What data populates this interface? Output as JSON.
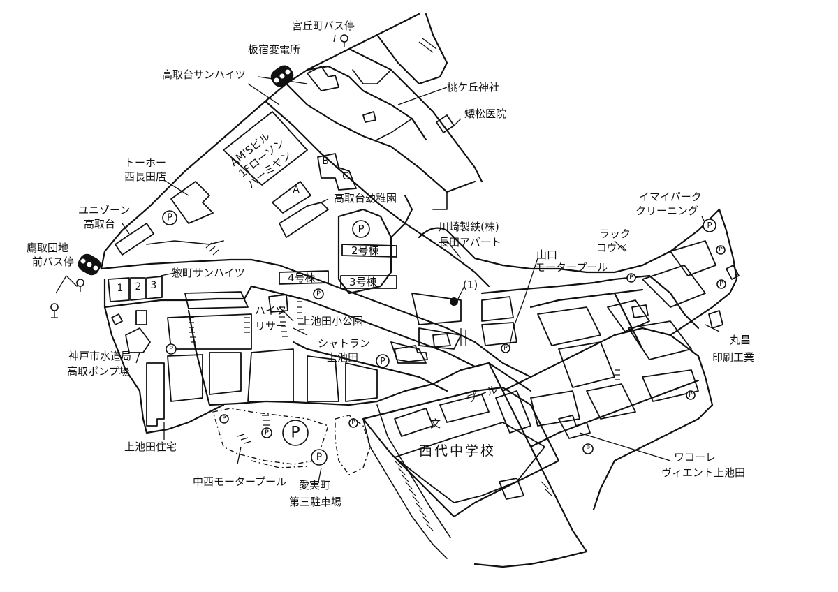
{
  "labels": {
    "miyaoka_bus": "宮丘町バス停",
    "itayado_substation": "板宿変電所",
    "takatoridai_sunheights": "高取台サンハイツ",
    "momogaoka_shrine": "桃ケ丘神社",
    "sumatsu_clinic": "矮松医院",
    "am_building": "AM'Sビル",
    "lawson": "1Fローソン",
    "bansuman": "バーミヤン",
    "toho": "トーホー",
    "toho2": "西長田店",
    "uniyan": "ユニゾーン",
    "uniyan2": "高取台",
    "takatoridai_kindergarten": "高取台幼稚園",
    "kawasaki_steel": "川崎製鉄(株)",
    "kawasaki_steel2": "長田アパート",
    "imai_park": "イマイパーク",
    "imai_park2": "クリーニング",
    "rack": "ラック",
    "rack2": "コウベ",
    "yamaguchi": "山口",
    "yamaguchi2": "モータープール",
    "takatori_bus": "鷹取団地",
    "takatori_bus2": "前バス停",
    "sohmachi": "惣町サンハイツ",
    "bldg2": "2号棟",
    "bldg3": "3号棟",
    "bldg4": "4号棟",
    "point1": "(1)",
    "heights": "ハイツ",
    "heights2": "リサー",
    "kamiikeda_park": "上池田小公園",
    "chateran": "シャトラン",
    "chateran2": "上池田",
    "marusho": "丸昌",
    "marusho2": "印刷工業",
    "suidokyoku": "神戸市水道局",
    "suidokyoku2": "高取ポンプ場",
    "pool_label": "プール",
    "bun": "文",
    "school": "西代中学校",
    "wacoal": "ワコーレ",
    "wacoal2": "ヴィエント上池田",
    "kamiikeda_housing": "上池田住宅",
    "nakanishi": "中西モータープール",
    "aimi": "愛実町",
    "aimi2": "第三駐車場"
  },
  "buildings": {
    "A": "A",
    "B": "B",
    "C": "C",
    "n1": "1",
    "n2": "2",
    "n3": "3"
  },
  "parking_symbol": "P",
  "colors": {
    "ink": "#111111",
    "paper": "#ffffff"
  }
}
